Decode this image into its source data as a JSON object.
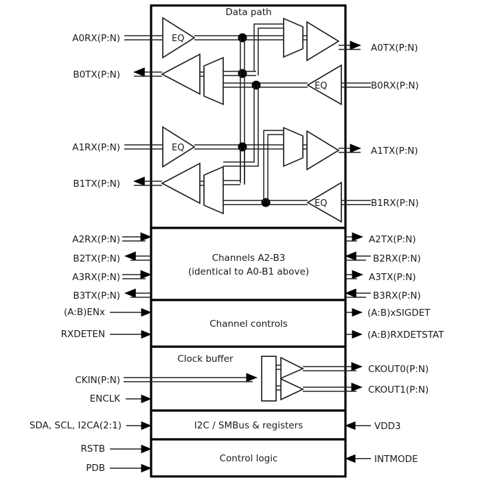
{
  "diagram": {
    "title": "Data path",
    "blocks": [
      {
        "id": "datapath",
        "label": "Data path"
      },
      {
        "id": "channels",
        "label_line1": "Channels A2-B3",
        "label_line2": "(identical to A0-B1 above)"
      },
      {
        "id": "controls",
        "label": "Channel controls"
      },
      {
        "id": "clock",
        "label": "Clock buffer"
      },
      {
        "id": "i2c",
        "label": "I2C / SMBus & registers"
      },
      {
        "id": "ctrllogic",
        "label": "Control logic"
      }
    ],
    "eq_label": "EQ",
    "inputs_left": [
      {
        "id": "a0rx",
        "label": "A0RX(P:N)"
      },
      {
        "id": "b0tx",
        "label": "B0TX(P:N)"
      },
      {
        "id": "a1rx",
        "label": "A1RX(P:N)"
      },
      {
        "id": "b1tx",
        "label": "B1TX(P:N)"
      },
      {
        "id": "a2rx",
        "label": "A2RX(P:N)"
      },
      {
        "id": "b2tx",
        "label": "B2TX(P:N)"
      },
      {
        "id": "a3rx",
        "label": "A3RX(P:N)"
      },
      {
        "id": "b3tx",
        "label": "B3TX(P:N)"
      },
      {
        "id": "abenx",
        "label": "(A:B)ENx"
      },
      {
        "id": "rxdeten",
        "label": "RXDETEN"
      },
      {
        "id": "ckin",
        "label": "CKIN(P:N)"
      },
      {
        "id": "enclk",
        "label": "ENCLK"
      },
      {
        "id": "i2cbus",
        "label": "SDA, SCL, I2CA(2:1)"
      },
      {
        "id": "rstb",
        "label": "RSTB"
      },
      {
        "id": "pdb",
        "label": "PDB"
      }
    ],
    "signals_right": [
      {
        "id": "a0tx",
        "label": "A0TX(P:N)"
      },
      {
        "id": "b0rx",
        "label": "B0RX(P:N)"
      },
      {
        "id": "a1tx",
        "label": "A1TX(P:N)"
      },
      {
        "id": "b1rx",
        "label": "B1RX(P:N)"
      },
      {
        "id": "a2tx",
        "label": "A2TX(P:N)"
      },
      {
        "id": "b2rx",
        "label": "B2RX(P:N)"
      },
      {
        "id": "a3tx",
        "label": "A3TX(P:N)"
      },
      {
        "id": "b3rx",
        "label": "B3RX(P:N)"
      },
      {
        "id": "absigdet",
        "label": "(A:B)xSIGDET"
      },
      {
        "id": "abrxdetstat",
        "label": "(A:B)RXDETSTAT"
      },
      {
        "id": "ckout0",
        "label": "CKOUT0(P:N)"
      },
      {
        "id": "ckout1",
        "label": "CKOUT1(P:N)"
      },
      {
        "id": "vdd3",
        "label": "VDD3"
      },
      {
        "id": "intmode",
        "label": "INTMODE"
      }
    ],
    "colors": {
      "ink": "#231f20",
      "outline": "#000000",
      "background": "#ffffff"
    }
  }
}
